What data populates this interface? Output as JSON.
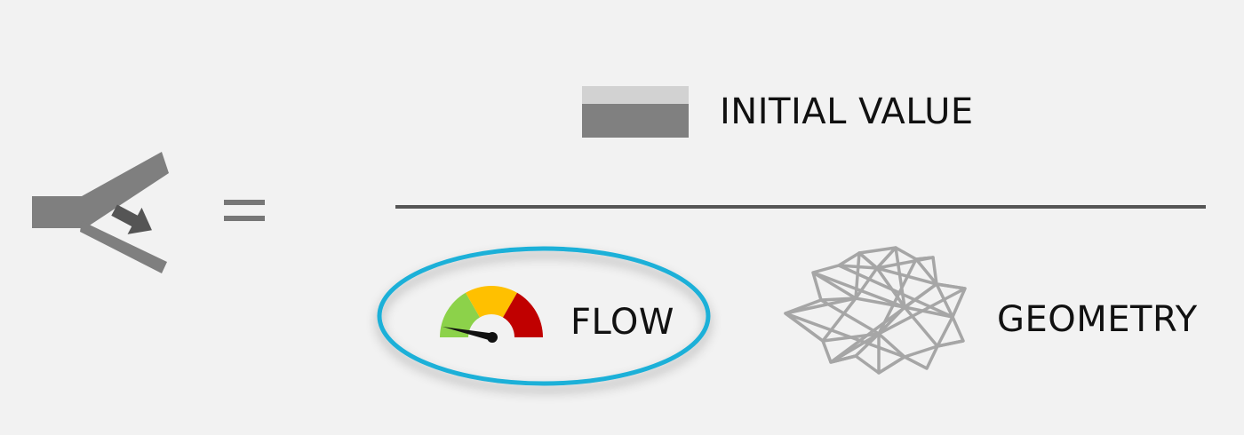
{
  "numerator": {
    "label": "INITIAL VALUE",
    "icon": "initial-value-bar-icon",
    "colors": {
      "top": "#d2d2d2",
      "bottom": "#808080"
    }
  },
  "equation": {
    "left_icon": "branch-split-arrow-icon",
    "operator_icon": "equals-icon"
  },
  "denominator": {
    "flow": {
      "label": "FLOW",
      "icon": "gauge-icon",
      "highlight_color": "#1ab0d8",
      "gauge_colors": [
        "#8cd24a",
        "#ffc000",
        "#c00000"
      ]
    },
    "geometry": {
      "label": "GEOMETRY",
      "icon": "wire-mesh-icon",
      "color": "#a6a6a6"
    }
  },
  "colors": {
    "background": "#f2f2f2",
    "fraction_line": "#555555",
    "icon_gray": "#7f7f7f"
  }
}
